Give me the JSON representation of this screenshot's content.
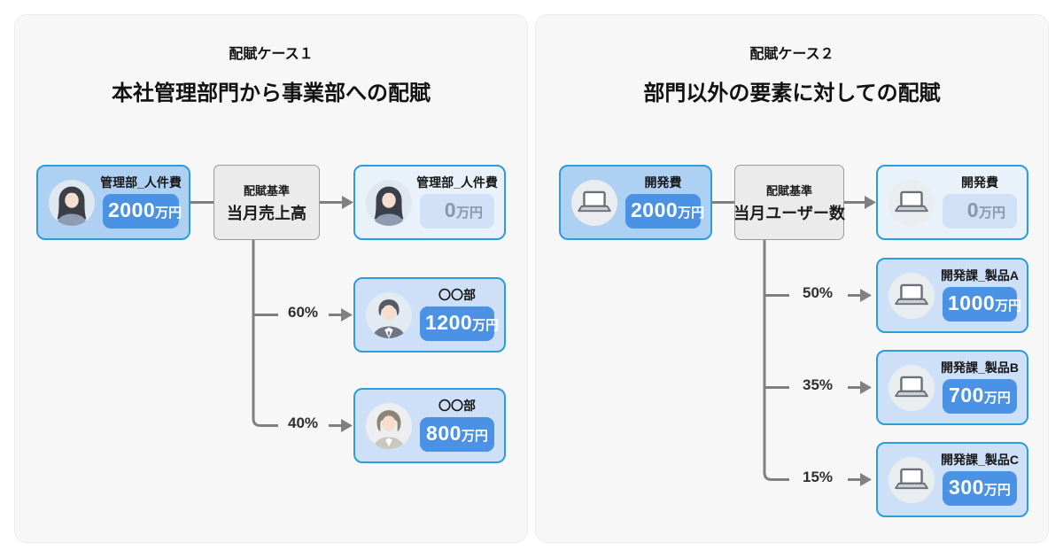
{
  "panels": {
    "case1": {
      "case_label": "配賦ケース１",
      "title": "本社管理部門から事業部への配賦",
      "source": {
        "label": "管理部_人件費",
        "amount": "2000",
        "unit": "万円",
        "icon": "woman-long-hair-avatar"
      },
      "basis": {
        "caption": "配賦基準",
        "value": "当月売上高"
      },
      "remainder": {
        "label": "管理部_人件費",
        "amount": "0",
        "unit": "万円",
        "icon": "woman-long-hair-avatar"
      },
      "branches": [
        {
          "percent": "60%",
          "label": "〇〇部",
          "amount": "1200",
          "unit": "万円",
          "icon": "man-suit-avatar"
        },
        {
          "percent": "40%",
          "label": "〇〇部",
          "amount": "800",
          "unit": "万円",
          "icon": "woman-short-hair-avatar"
        }
      ]
    },
    "case2": {
      "case_label": "配賦ケース２",
      "title": "部門以外の要素に対しての配賦",
      "source": {
        "label": "開発費",
        "amount": "2000",
        "unit": "万円",
        "icon": "laptop-icon"
      },
      "basis": {
        "caption": "配賦基準",
        "value": "当月ユーザー数"
      },
      "remainder": {
        "label": "開発費",
        "amount": "0",
        "unit": "万円",
        "icon": "laptop-icon"
      },
      "branches": [
        {
          "percent": "50%",
          "label": "開発課_製品A",
          "amount": "1000",
          "unit": "万円",
          "icon": "laptop-icon"
        },
        {
          "percent": "35%",
          "label": "開発課_製品B",
          "amount": "700",
          "unit": "万円",
          "icon": "laptop-icon"
        },
        {
          "percent": "15%",
          "label": "開発課_製品C",
          "amount": "300",
          "unit": "万円",
          "icon": "laptop-icon"
        }
      ]
    }
  },
  "colors": {
    "panel_bg": "#f7f7f8",
    "card_border": "#2d9cdb",
    "source_card_bg": "#aed0f3",
    "branch_card_bg": "#cde0f7",
    "zero_card_bg": "#e9f1fb",
    "amount_badge_bg": "#4b92e5",
    "zero_badge_bg": "#cfe0f7",
    "zero_badge_text": "#8b96a6",
    "basis_box_bg": "#ebebeb",
    "connector_gray": "#808080"
  }
}
